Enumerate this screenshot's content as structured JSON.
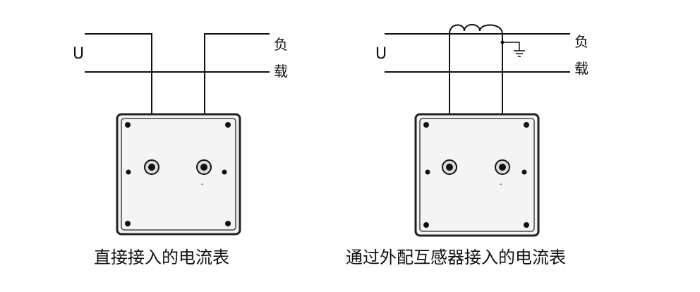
{
  "left": {
    "source_label": "U",
    "load_label_1": "负",
    "load_label_2": "载",
    "caption": "直接接入的电流表",
    "terminal_minus": "-"
  },
  "right": {
    "source_label": "U",
    "load_label_1": "负",
    "load_label_2": "载",
    "caption": "通过外配互感器接入的电流表",
    "terminal_minus": "-"
  },
  "colors": {
    "ink": "#111111",
    "panel": "#f4f4f4"
  }
}
